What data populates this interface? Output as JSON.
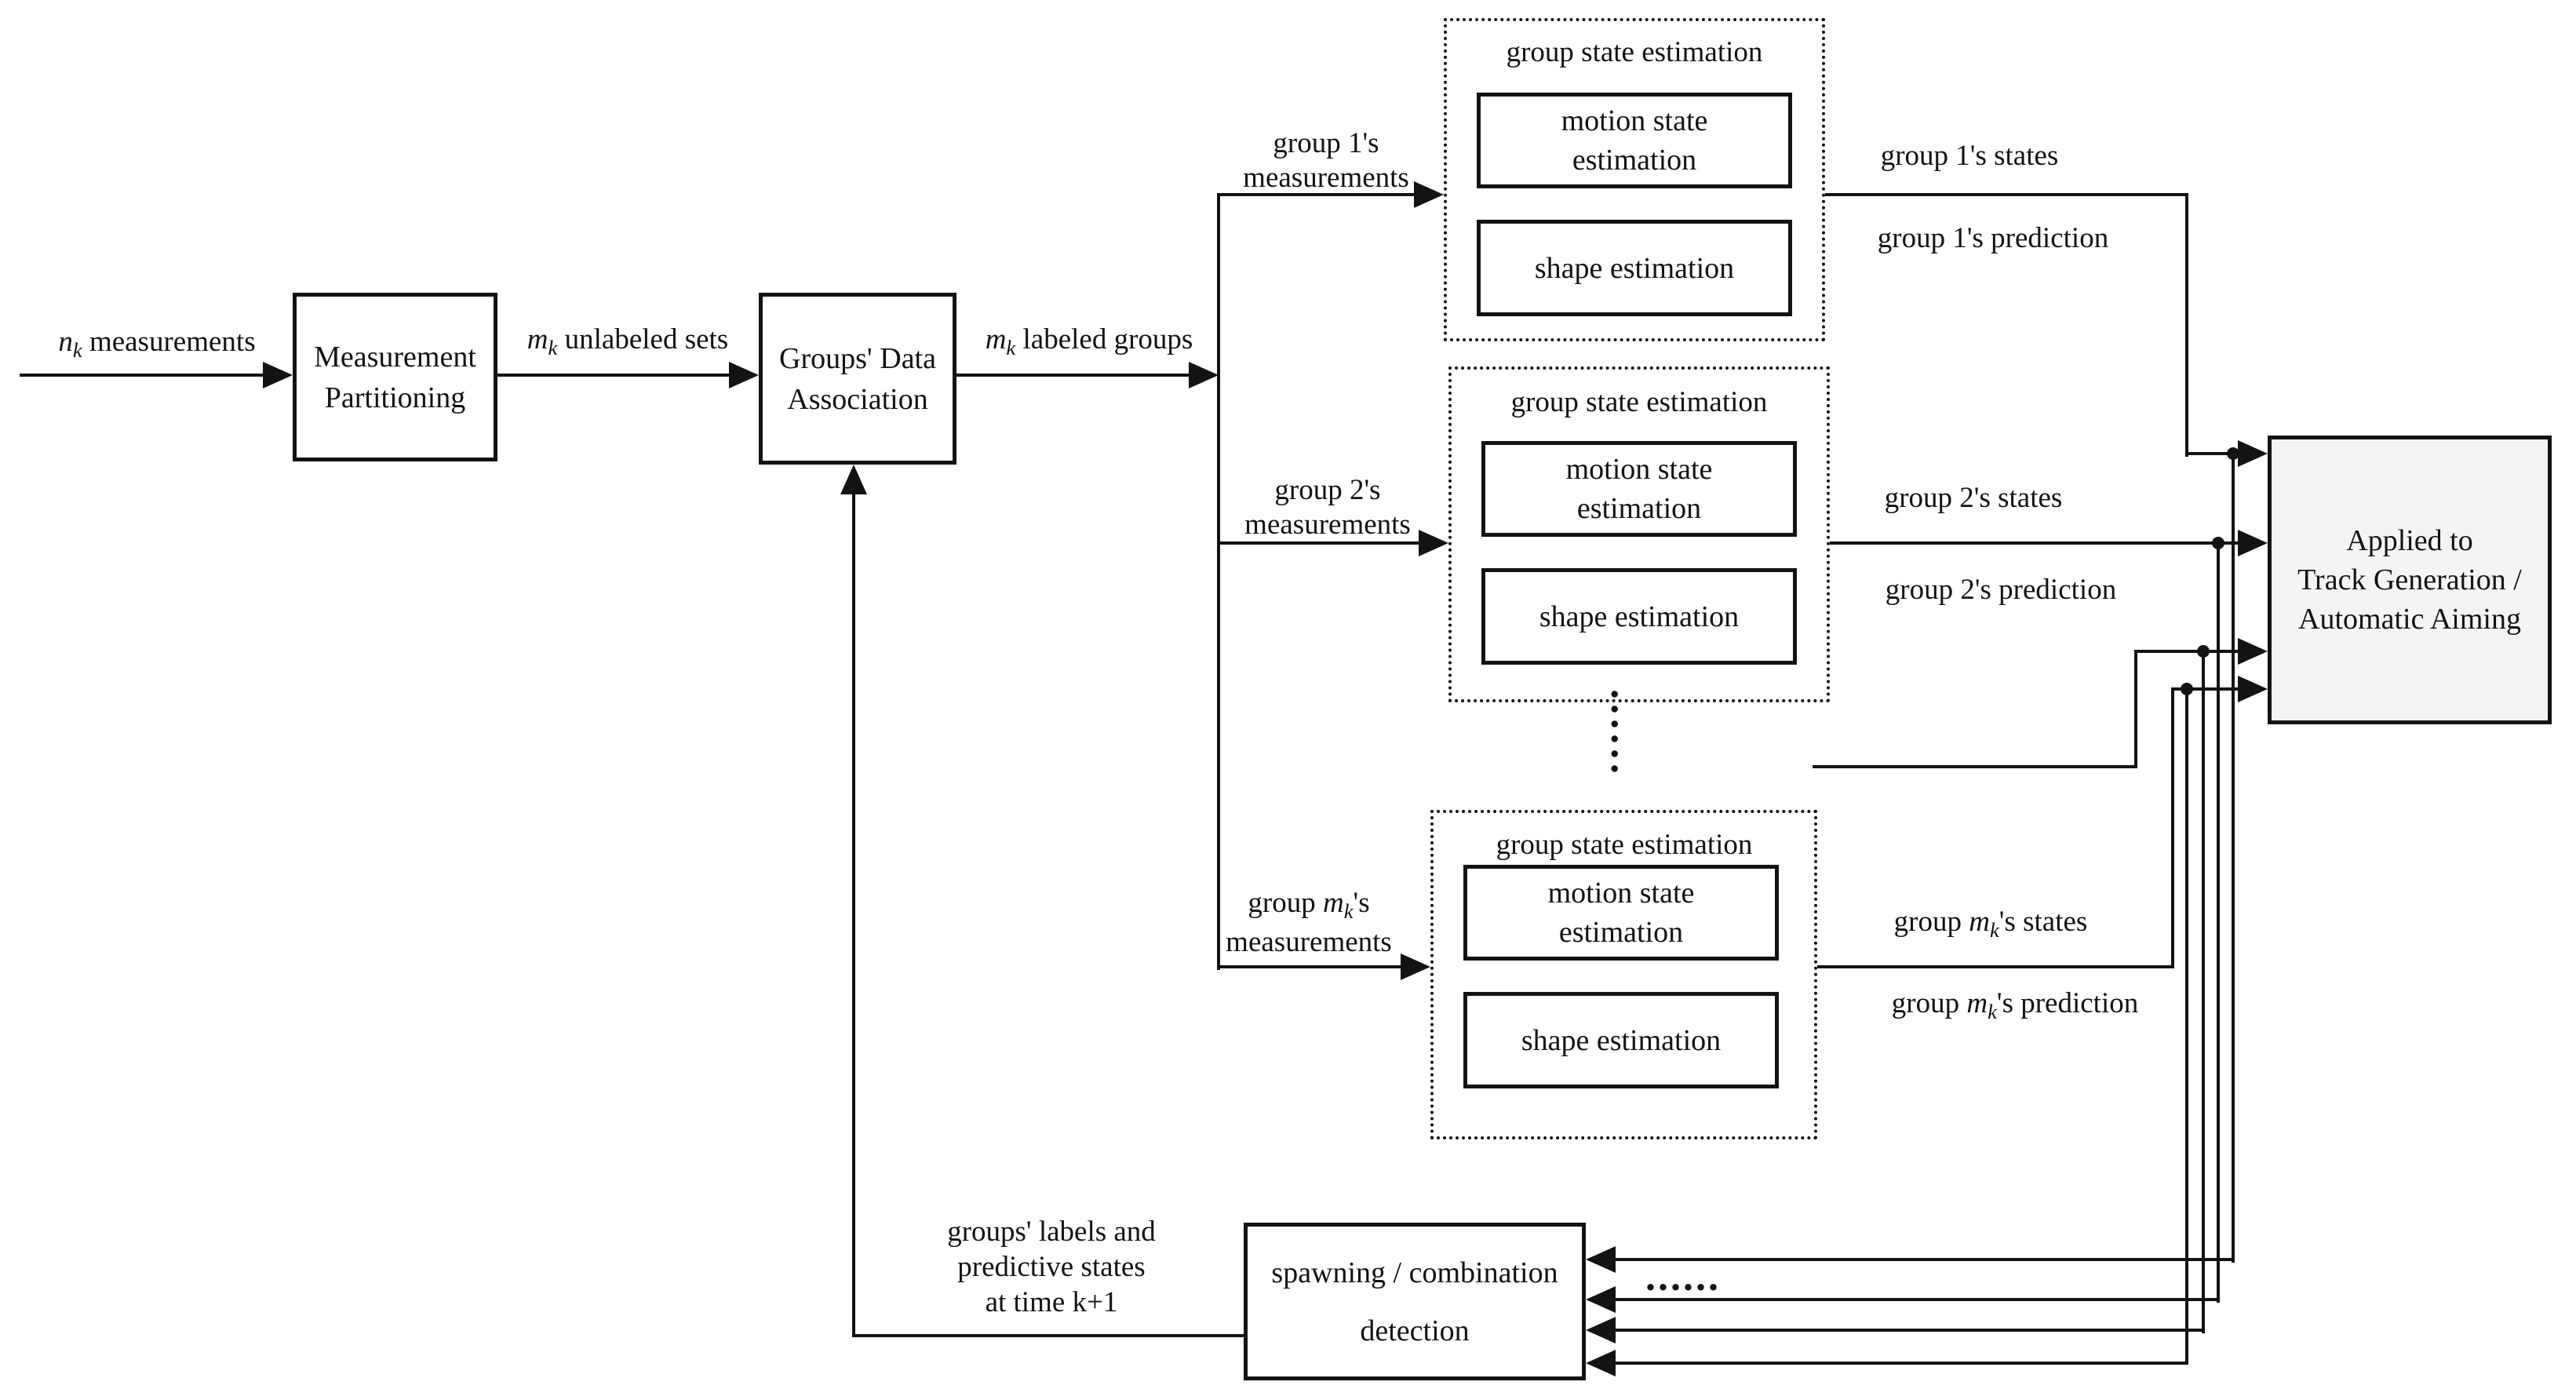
{
  "colors": {
    "background": "#ffffff",
    "line": "#131313",
    "applied_box_fill": "#f4f4f4"
  },
  "nodes": {
    "measurement_partitioning": {
      "line1": "Measurement",
      "line2": "Partitioning"
    },
    "groups_data_association": {
      "line1": "Groups' Data",
      "line2": "Association"
    },
    "applied_to": {
      "line1": "Applied to",
      "line2": "Track Generation /",
      "line3": "Automatic Aiming"
    },
    "spawning_detection": {
      "line1": "spawning / combination",
      "line2": "detection"
    },
    "group_state_estimation": {
      "title": "group state estimation",
      "motion_line1": "motion state",
      "motion_line2": "estimation",
      "shape": "shape estimation"
    }
  },
  "labels": {
    "nk_measurements": {
      "var": "n",
      "sub": "k",
      "rest": " measurements"
    },
    "mk_unlabeled": {
      "var": "m",
      "sub": "k",
      "rest": " unlabeled sets"
    },
    "mk_labeled": {
      "var": "m",
      "sub": "k",
      "rest": " labeled groups"
    },
    "group1_measurements": {
      "line1": "group 1's",
      "line2": "measurements"
    },
    "group2_measurements": {
      "line1": "group 2's",
      "line2": "measurements"
    },
    "groupmk_measurements": {
      "pre": "group ",
      "var": "m",
      "sub": "k",
      "rest": "'s",
      "line2": "measurements"
    },
    "group1_states": "group 1's states",
    "group1_prediction": "group 1's prediction",
    "group2_states": "group 2's states",
    "group2_prediction": "group 2's prediction",
    "groupmk_states": {
      "pre": "group ",
      "var": "m",
      "sub": "k",
      "rest": "'s states"
    },
    "groupmk_prediction": {
      "pre": "group ",
      "var": "m",
      "sub": "k",
      "rest": "'s prediction"
    },
    "feedback": {
      "line1": "groups' labels and",
      "line2": "predictive states",
      "line3": "at time k+1"
    },
    "dots_horizontal": "......",
    "dots_vertical": "......"
  }
}
